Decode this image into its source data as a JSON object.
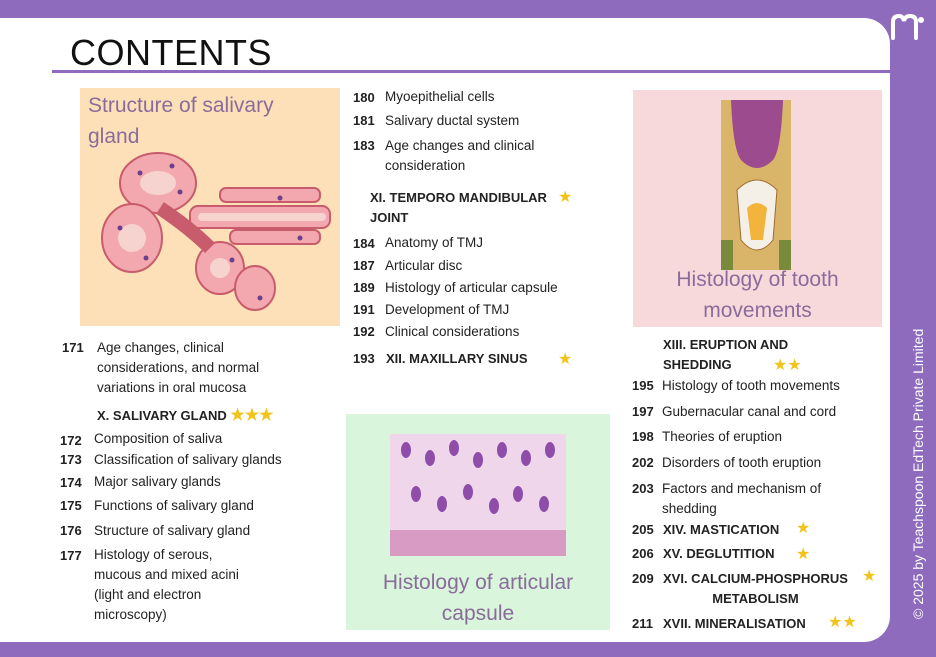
{
  "page_title": "CONTENTS",
  "copyright": "© 2025 by Teachspoon EdTech Private Limited",
  "images": {
    "salivary": "Structure of salivary gland",
    "tooth": "Histology of tooth movements",
    "capsule": "Histology of articular capsule"
  },
  "col1": [
    {
      "num": "171",
      "text": "Age changes, clinical\nconsiderations, and normal\nvariations in oral mucosa"
    },
    {
      "section": "X. SALIVARY GLAND",
      "stars": "★★★"
    },
    {
      "num": "172",
      "text": "Composition of saliva"
    },
    {
      "num": "173",
      "text": "Classification of salivary glands"
    },
    {
      "num": "174",
      "text": "Major salivary glands"
    },
    {
      "num": "175",
      "text": "Functions of salivary gland"
    },
    {
      "num": "176",
      "text": "Structure of salivary gland"
    },
    {
      "num": "177",
      "text": "Histology of serous,\nmucous and mixed acini\n(light and electron\nmicroscopy)"
    }
  ],
  "col2": [
    {
      "num": "180",
      "text": "Myoepithelial cells"
    },
    {
      "num": "181",
      "text": "Salivary ductal system"
    },
    {
      "num": "183",
      "text": "Age changes and clinical\nconsideration"
    },
    {
      "section": "XI. TEMPORO MANDIBULAR\nJOINT",
      "stars": "★"
    },
    {
      "num": "184",
      "text": "Anatomy of TMJ"
    },
    {
      "num": "187",
      "text": "Articular disc"
    },
    {
      "num": "189",
      "text": "Histology of articular capsule"
    },
    {
      "num": "191",
      "text": "Development of TMJ"
    },
    {
      "num": "192",
      "text": "Clinical considerations"
    },
    {
      "num": "193",
      "text": "XII. MAXILLARY SINUS",
      "stars": "★"
    }
  ],
  "col3": [
    {
      "section": "XIII. ERUPTION AND\nSHEDDING",
      "stars": "★★"
    },
    {
      "num": "195",
      "text": "Histology of tooth movements"
    },
    {
      "num": "197",
      "text": "Gubernacular canal and cord"
    },
    {
      "num": "198",
      "text": "Theories of eruption"
    },
    {
      "num": "202",
      "text": "Disorders of tooth eruption"
    },
    {
      "num": "203",
      "text": "Factors and mechanism of\nshedding"
    },
    {
      "num": "205",
      "text": "XIV. MASTICATION",
      "stars": "★"
    },
    {
      "num": "206",
      "text": "XV. DEGLUTITION",
      "stars": "★"
    },
    {
      "num": "209",
      "text": "XVI. CALCIUM-PHOSPHORUS\nMETABOLISM",
      "stars": "★"
    },
    {
      "num": "211",
      "text": "XVII. MINERALISATION",
      "stars": "★★"
    }
  ],
  "colors": {
    "accent": "#8e6bbd",
    "star": "#f2c41b",
    "caption": "#8a6c9a"
  }
}
